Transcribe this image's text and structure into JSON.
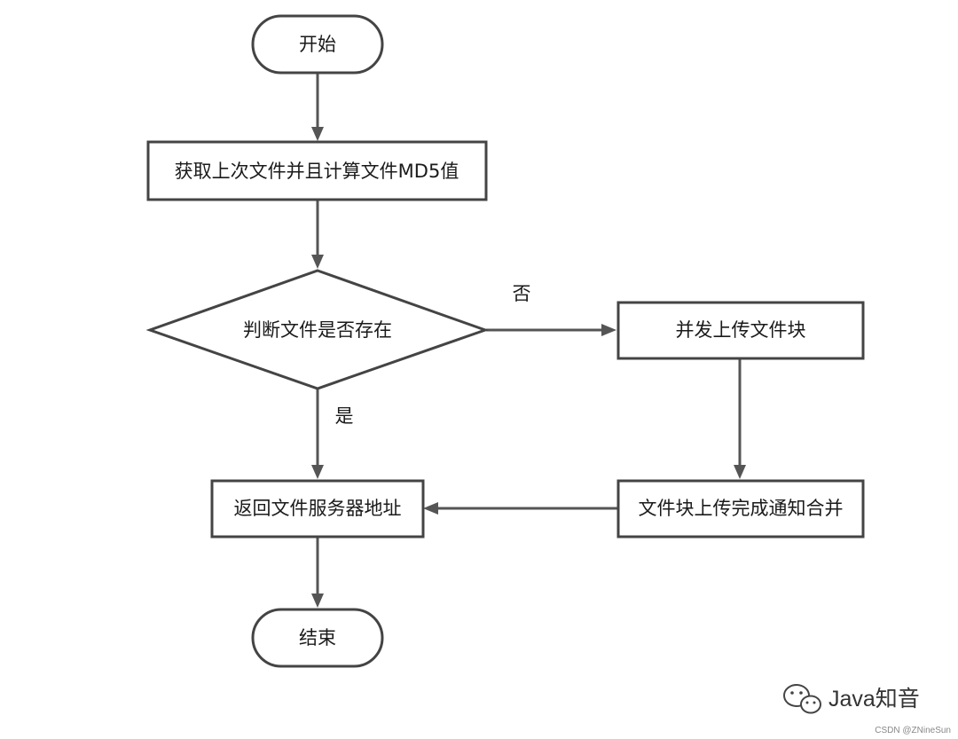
{
  "nodes": {
    "start": "开始",
    "compute_md5": "获取上次文件并且计算文件MD5值",
    "file_exists": "判断文件是否存在",
    "upload_chunks": "并发上传文件块",
    "notify_merge": "文件块上传完成通知合并",
    "return_address": "返回文件服务器地址",
    "end": "结束"
  },
  "edges": {
    "no_label": "否",
    "yes_label": "是"
  },
  "watermark": {
    "brand": "Java知音",
    "credit": "CSDN @ZNineSun"
  }
}
